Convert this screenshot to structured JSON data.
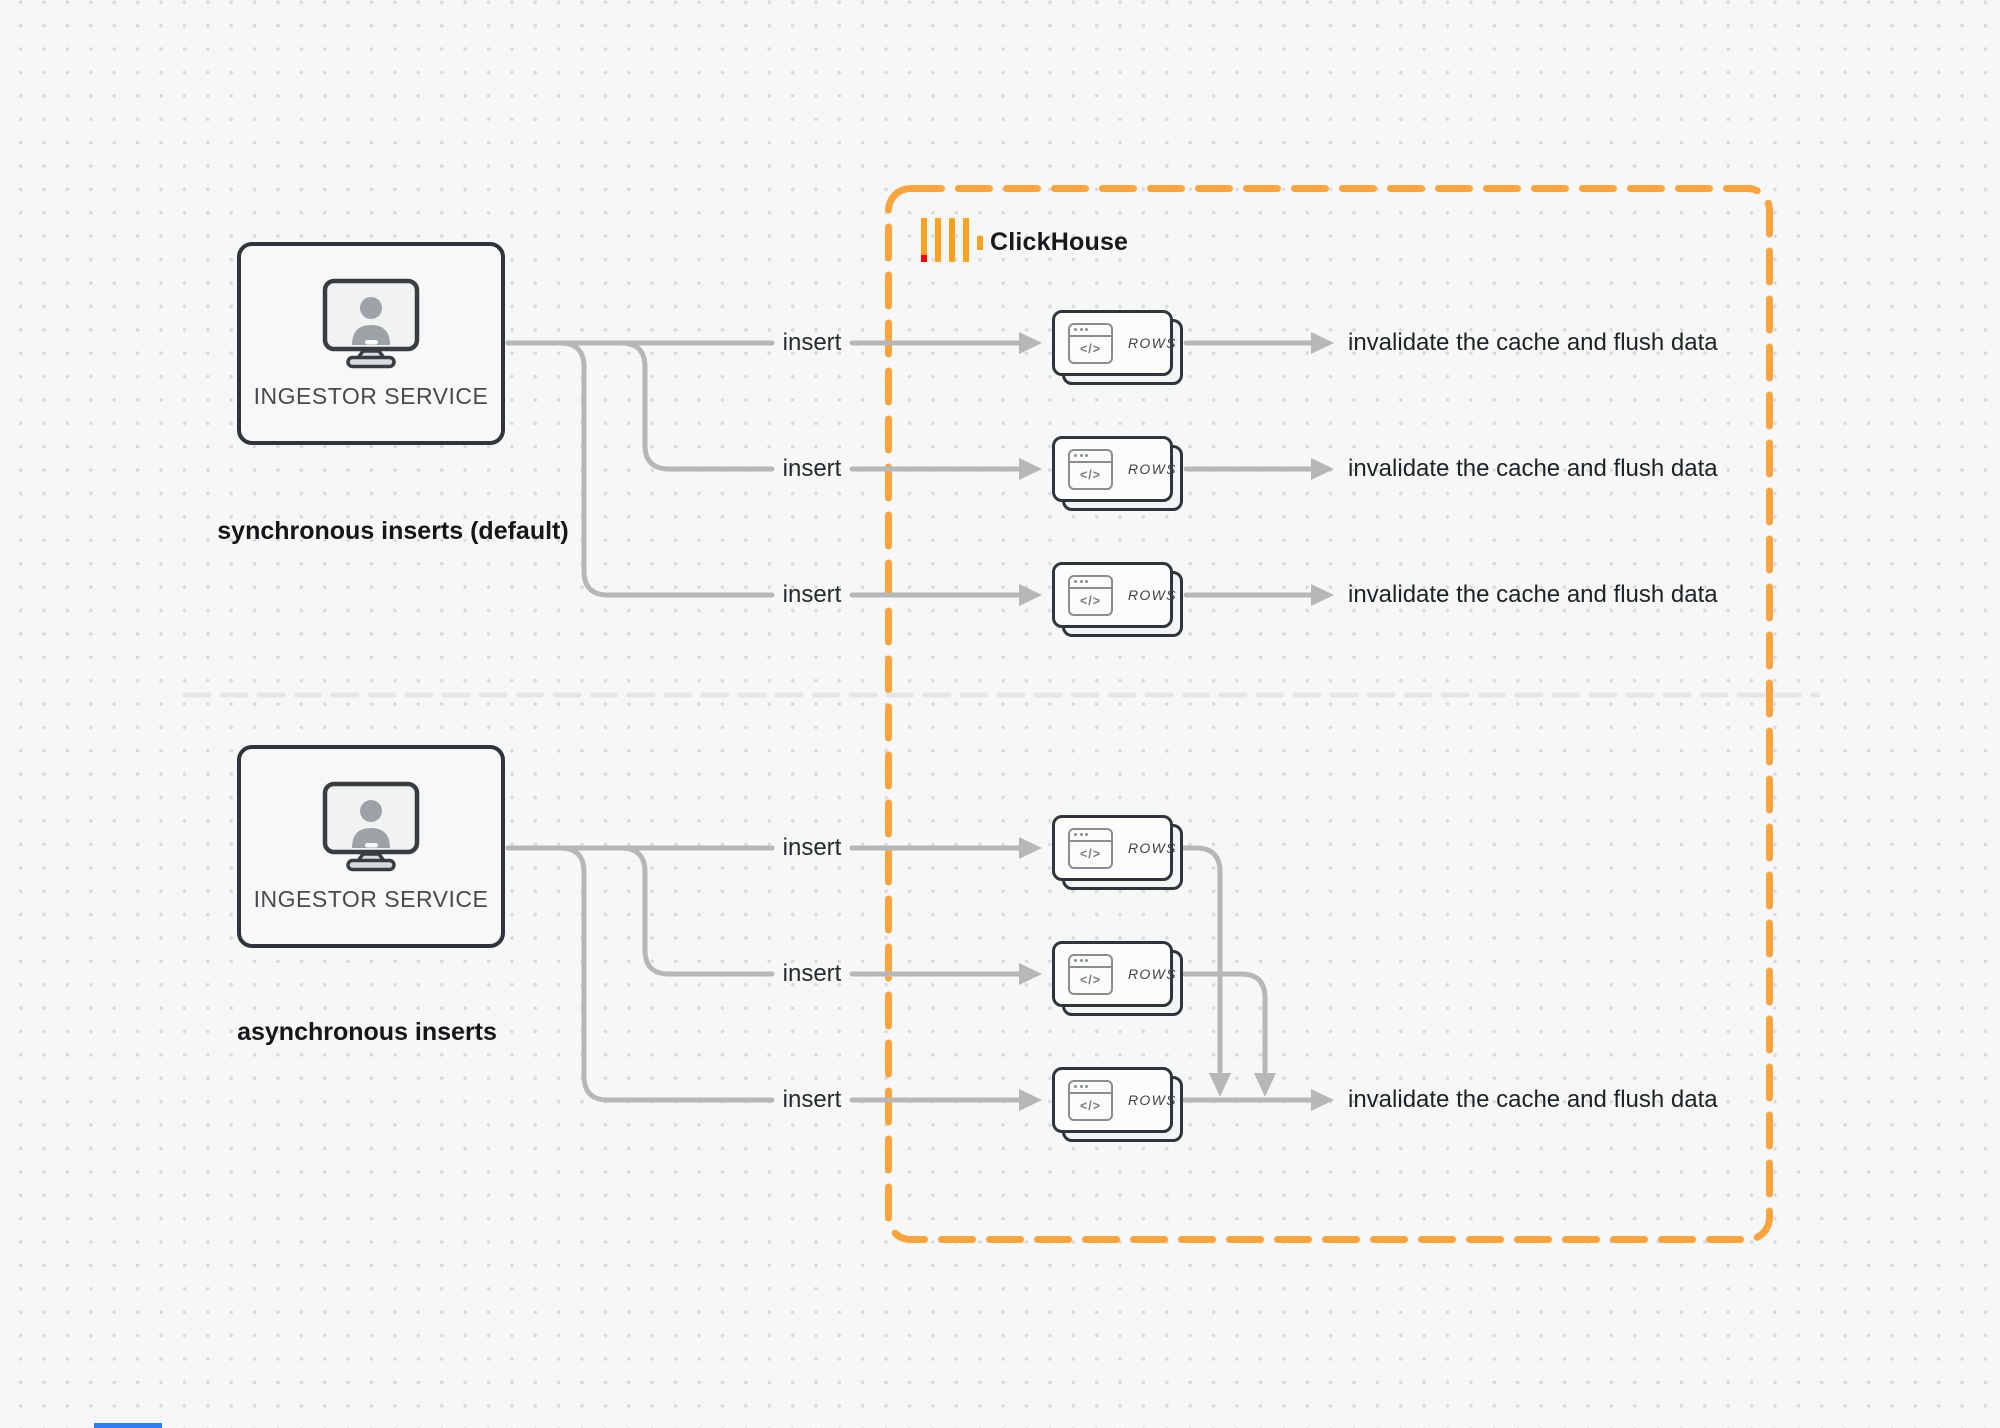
{
  "diagram": {
    "clickhouse_label": "ClickHouse",
    "sync": {
      "ingestor_label": "INGESTOR SERVICE",
      "caption": "synchronous inserts (default)",
      "rows": [
        {
          "insert_label": "insert",
          "card_label": "ROWS",
          "result_label": "invalidate the cache and flush data"
        },
        {
          "insert_label": "insert",
          "card_label": "ROWS",
          "result_label": "invalidate the cache and flush data"
        },
        {
          "insert_label": "insert",
          "card_label": "ROWS",
          "result_label": "invalidate the cache and flush data"
        }
      ]
    },
    "async": {
      "ingestor_label": "INGESTOR SERVICE",
      "caption": "asynchronous inserts",
      "rows": [
        {
          "insert_label": "insert",
          "card_label": "ROWS"
        },
        {
          "insert_label": "insert",
          "card_label": "ROWS"
        },
        {
          "insert_label": "insert",
          "card_label": "ROWS",
          "result_label": "invalidate the cache and flush data"
        }
      ]
    },
    "icons": {
      "code_glyph": "</>"
    },
    "colors": {
      "accent_orange": "#F9A43C",
      "logo_orange": "#FAA21D",
      "logo_red": "#FF0000",
      "connector": "#B5B7B9",
      "dark_border": "#2F353A"
    }
  }
}
